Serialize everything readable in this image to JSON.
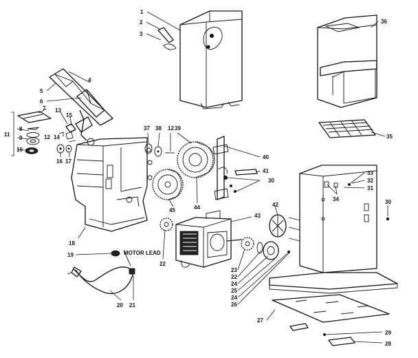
{
  "callouts": [
    {
      "id": "c1",
      "text": "1"
    },
    {
      "id": "c2",
      "text": "2"
    },
    {
      "id": "c3",
      "text": "3"
    },
    {
      "id": "c4",
      "text": "4"
    },
    {
      "id": "c5",
      "text": "5"
    },
    {
      "id": "c6",
      "text": "6"
    },
    {
      "id": "c7",
      "text": "7"
    },
    {
      "id": "c8",
      "text": "8"
    },
    {
      "id": "c9",
      "text": "9"
    },
    {
      "id": "c10",
      "text": "10"
    },
    {
      "id": "c11",
      "text": "11"
    },
    {
      "id": "c12a",
      "text": "12"
    },
    {
      "id": "c12b",
      "text": "12"
    },
    {
      "id": "c13",
      "text": "13"
    },
    {
      "id": "c14",
      "text": "14"
    },
    {
      "id": "c15",
      "text": "15"
    },
    {
      "id": "c16",
      "text": "16"
    },
    {
      "id": "c17",
      "text": "17"
    },
    {
      "id": "c18",
      "text": "18"
    },
    {
      "id": "c19",
      "text": "19"
    },
    {
      "id": "c20",
      "text": "20"
    },
    {
      "id": "c21",
      "text": "21"
    },
    {
      "id": "c22a",
      "text": "22"
    },
    {
      "id": "c22b",
      "text": "22"
    },
    {
      "id": "c23",
      "text": "23"
    },
    {
      "id": "c24a",
      "text": "24"
    },
    {
      "id": "c24b",
      "text": "24"
    },
    {
      "id": "c25",
      "text": "25"
    },
    {
      "id": "c26",
      "text": "26"
    },
    {
      "id": "c27",
      "text": "27"
    },
    {
      "id": "c28",
      "text": "28"
    },
    {
      "id": "c29",
      "text": "29"
    },
    {
      "id": "c30a",
      "text": "30"
    },
    {
      "id": "c30b",
      "text": "30"
    },
    {
      "id": "c31",
      "text": "31"
    },
    {
      "id": "c32",
      "text": "32"
    },
    {
      "id": "c33",
      "text": "33"
    },
    {
      "id": "c34",
      "text": "34"
    },
    {
      "id": "c35",
      "text": "35"
    },
    {
      "id": "c36",
      "text": "36"
    },
    {
      "id": "c37",
      "text": "37"
    },
    {
      "id": "c38",
      "text": "38"
    },
    {
      "id": "c39",
      "text": "39"
    },
    {
      "id": "c40",
      "text": "40"
    },
    {
      "id": "c41",
      "text": "41"
    },
    {
      "id": "c42",
      "text": "42"
    },
    {
      "id": "c43",
      "text": "43"
    },
    {
      "id": "c44",
      "text": "44"
    },
    {
      "id": "c45",
      "text": "45"
    },
    {
      "id": "motor",
      "text": "MOTOR LEAD"
    }
  ]
}
